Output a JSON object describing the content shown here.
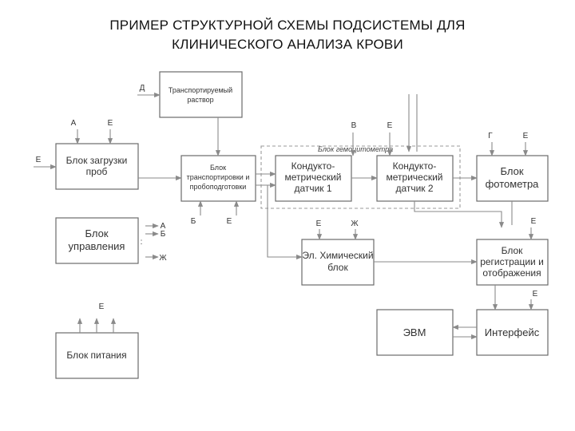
{
  "title": {
    "line1": "ПРИМЕР  СТРУКТУРНОЙ СХЕМЫ ПОДСИСТЕМЫ ДЛЯ",
    "line2": "КЛИНИЧЕСКОГО АНАЛИЗА КРОВИ"
  },
  "group_label": "Блок гемоцитометра",
  "blocks": {
    "transport_solution": [
      "Транспортируемый",
      "раствор"
    ],
    "sample_loading": [
      "Блок загрузки",
      "проб"
    ],
    "transport_prep": [
      "Блок",
      "транспортировки и",
      "пробоподготовки"
    ],
    "conductometric1": [
      "Кондукто-",
      "метрический",
      "датчик 1"
    ],
    "conductometric2": [
      "Кондукто-",
      "метрический",
      "датчик 2"
    ],
    "photometer": [
      "Блок",
      "фотометра"
    ],
    "control": [
      "Блок",
      "управления"
    ],
    "electrochemical": [
      "Эл. Химический",
      "блок"
    ],
    "registration": [
      "Блок",
      "регистрации и",
      "отображения"
    ],
    "computer": [
      "ЭВМ"
    ],
    "interface": [
      "Интерфейс"
    ],
    "power": [
      "Блок питания"
    ]
  },
  "labels": {
    "d": "Д",
    "a": "А",
    "b": "Б",
    "v": "В",
    "g": "Г",
    "e": "Е",
    "zh": "Ж",
    "colon": ":"
  }
}
